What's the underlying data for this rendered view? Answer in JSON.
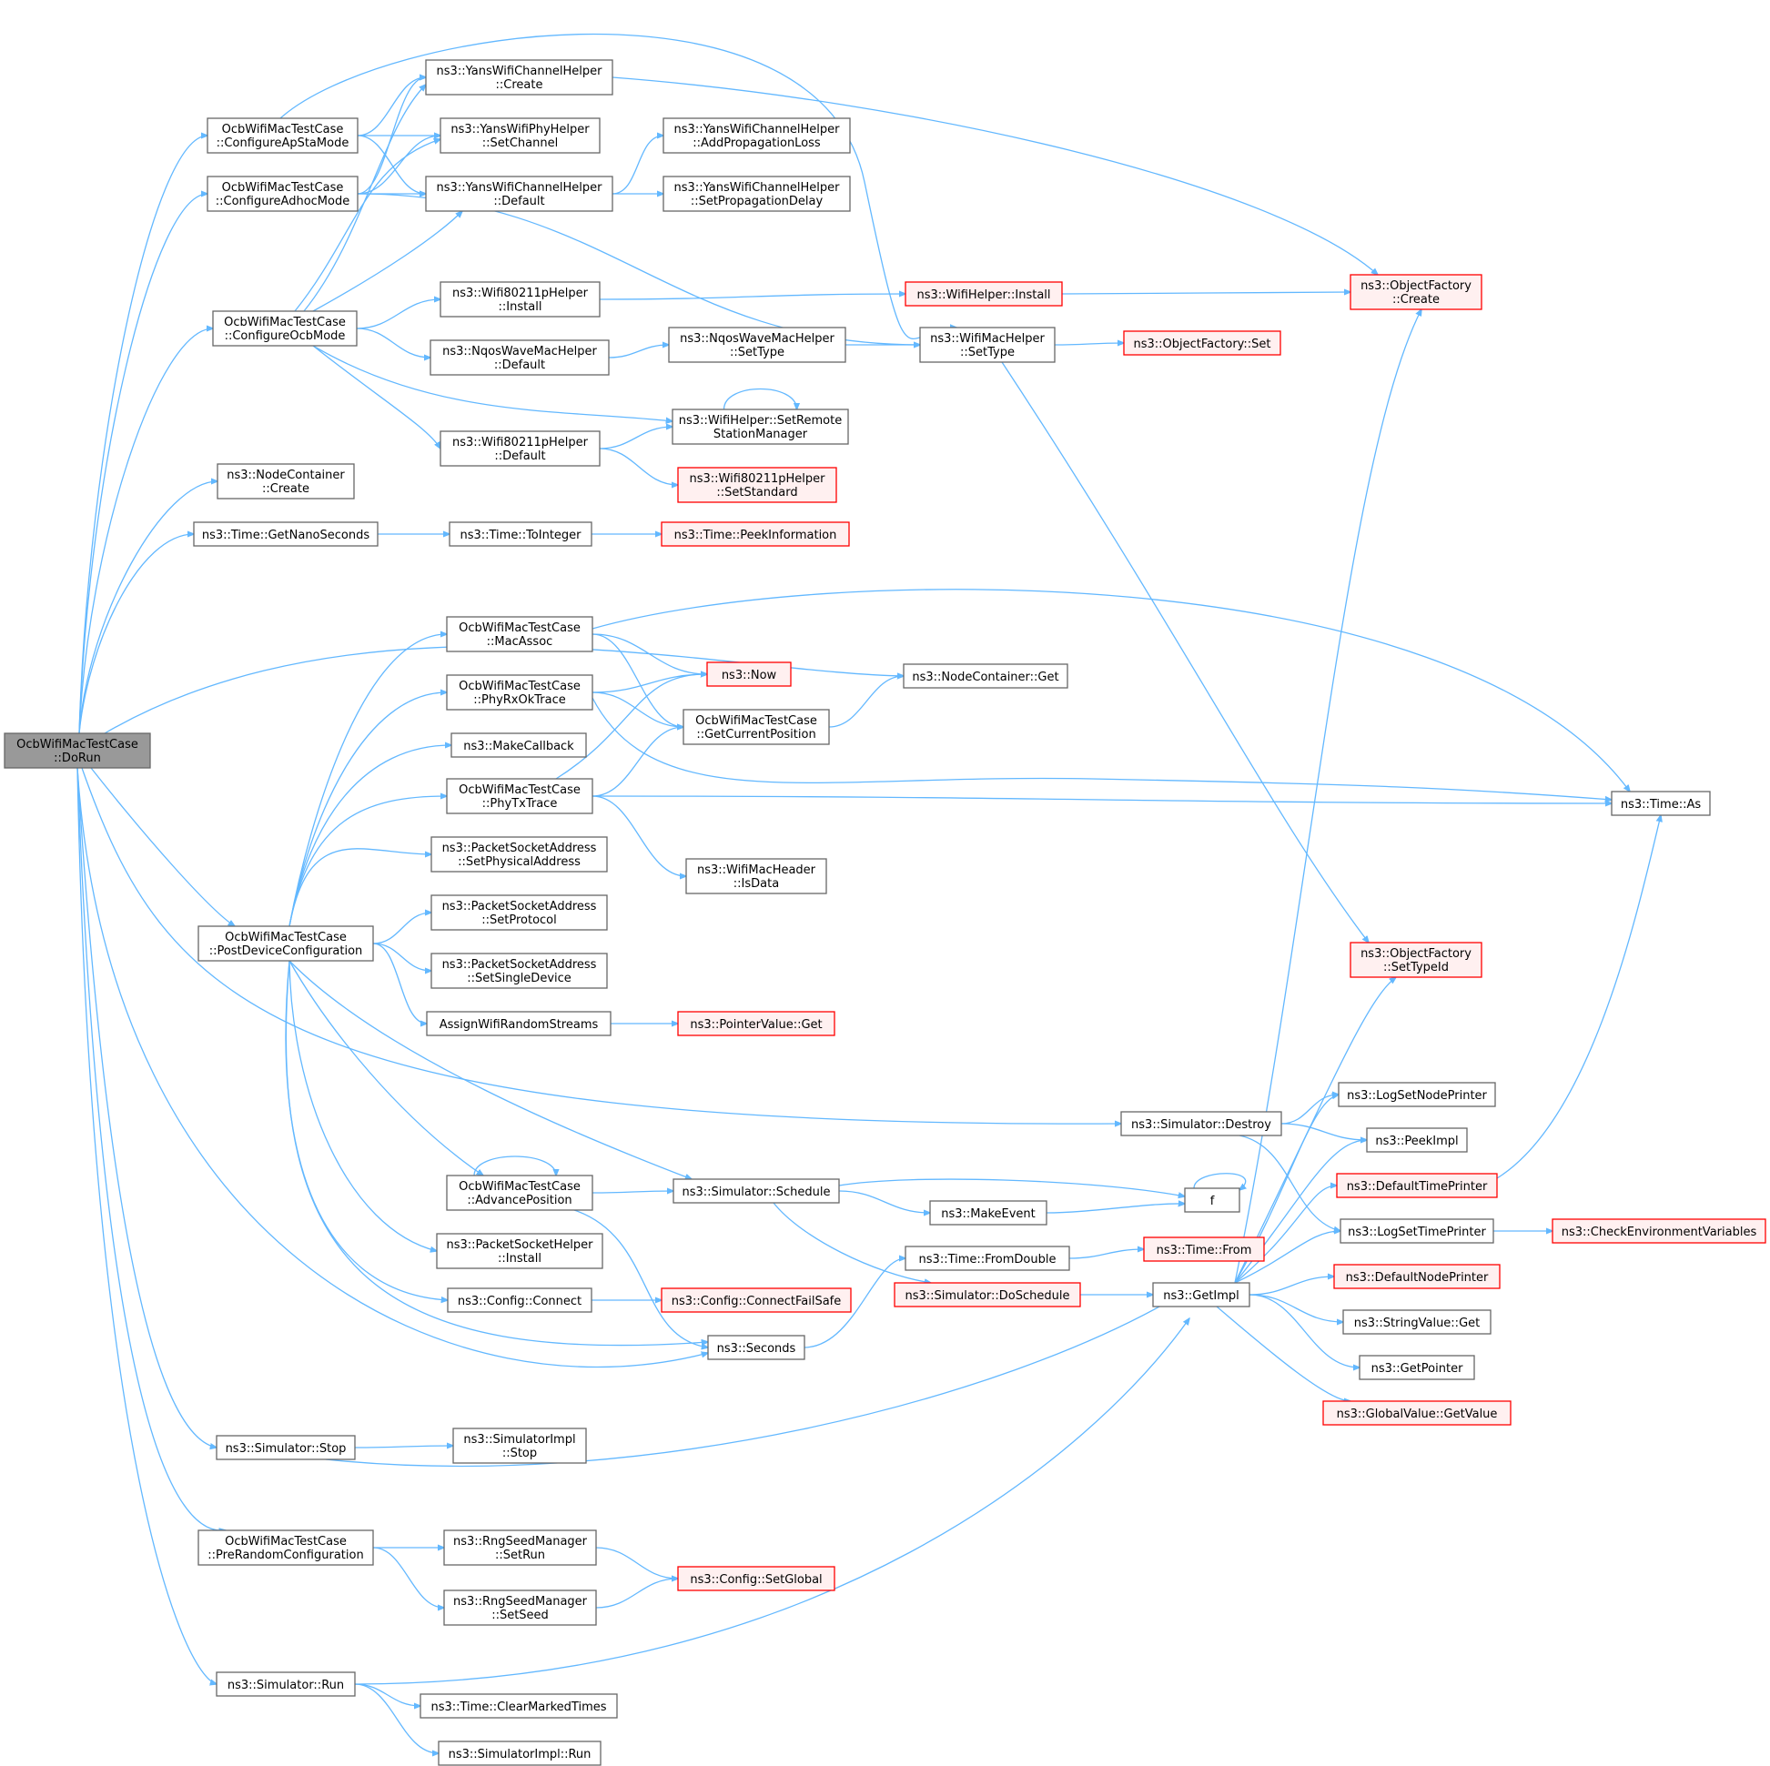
{
  "colors": {
    "edge": "#63b8ff",
    "box_border": "#666666",
    "red_border": "#ff0000",
    "root_fill": "#999999"
  },
  "nodes": {
    "doRun": [
      "OcbWifiMacTestCase",
      "::DoRun"
    ],
    "cfgApSta": [
      "OcbWifiMacTestCase",
      "::ConfigureApStaMode"
    ],
    "cfgAdhoc": [
      "OcbWifiMacTestCase",
      "::ConfigureAdhocMode"
    ],
    "cfgOcb": [
      "OcbWifiMacTestCase",
      "::ConfigureOcbMode"
    ],
    "ncCreate": [
      "ns3::NodeContainer",
      "::Create"
    ],
    "getNano": [
      "ns3::Time::GetNanoSeconds"
    ],
    "postDev": [
      "OcbWifiMacTestCase",
      "::PostDeviceConfiguration"
    ],
    "simStop": [
      "ns3::Simulator::Stop"
    ],
    "preRand": [
      "OcbWifiMacTestCase",
      "::PreRandomConfiguration"
    ],
    "simRun": [
      "ns3::Simulator::Run"
    ],
    "ywchCreate": [
      "ns3::YansWifiChannelHelper",
      "::Create"
    ],
    "ywphSetCh": [
      "ns3::YansWifiPhyHelper",
      "::SetChannel"
    ],
    "ywchDefault": [
      "ns3::YansWifiChannelHelper",
      "::Default"
    ],
    "w80211Install": [
      "ns3::Wifi80211pHelper",
      "::Install"
    ],
    "nqosDefault": [
      "ns3::NqosWaveMacHelper",
      "::Default"
    ],
    "w80211Default": [
      "ns3::Wifi80211pHelper",
      "::Default"
    ],
    "toInteger": [
      "ns3::Time::ToInteger"
    ],
    "macAssoc": [
      "OcbWifiMacTestCase",
      "::MacAssoc"
    ],
    "phyRxOk": [
      "OcbWifiMacTestCase",
      "::PhyRxOkTrace"
    ],
    "makeCallback": [
      "ns3::MakeCallback"
    ],
    "phyTx": [
      "OcbWifiMacTestCase",
      "::PhyTxTrace"
    ],
    "psaPhys": [
      "ns3::PacketSocketAddress",
      "::SetPhysicalAddress"
    ],
    "psaProto": [
      "ns3::PacketSocketAddress",
      "::SetProtocol"
    ],
    "psaSingle": [
      "ns3::PacketSocketAddress",
      "::SetSingleDevice"
    ],
    "assignRand": [
      "AssignWifiRandomStreams"
    ],
    "advPos": [
      "OcbWifiMacTestCase",
      "::AdvancePosition"
    ],
    "pshInstall": [
      "ns3::PacketSocketHelper",
      "::Install"
    ],
    "cfgConnect": [
      "ns3::Config::Connect"
    ],
    "simImplStop": [
      "ns3::SimulatorImpl",
      "::Stop"
    ],
    "rngSetRun": [
      "ns3::RngSeedManager",
      "::SetRun"
    ],
    "rngSetSeed": [
      "ns3::RngSeedManager",
      "::SetSeed"
    ],
    "clearMarked": [
      "ns3::Time::ClearMarkedTimes"
    ],
    "simImplRun": [
      "ns3::SimulatorImpl::Run"
    ],
    "addProp": [
      "ns3::YansWifiChannelHelper",
      "::AddPropagationLoss"
    ],
    "setPropDelay": [
      "ns3::YansWifiChannelHelper",
      "::SetPropagationDelay"
    ],
    "nqosSetType": [
      "ns3::NqosWaveMacHelper",
      "::SetType"
    ],
    "setRemote": [
      "ns3::WifiHelper::SetRemote",
      "StationManager"
    ],
    "setStandard": [
      "ns3::Wifi80211pHelper",
      "::SetStandard"
    ],
    "peekInfo": [
      "ns3::Time::PeekInformation"
    ],
    "now": [
      "ns3::Now"
    ],
    "getCurPos": [
      "OcbWifiMacTestCase",
      "::GetCurrentPosition"
    ],
    "isData": [
      "ns3::WifiMacHeader",
      "::IsData"
    ],
    "pvGet": [
      "ns3::PointerValue::Get"
    ],
    "simSchedule": [
      "ns3::Simulator::Schedule"
    ],
    "cfgConnectFS": [
      "ns3::Config::ConnectFailSafe"
    ],
    "seconds": [
      "ns3::Seconds"
    ],
    "cfgSetGlobal": [
      "ns3::Config::SetGlobal"
    ],
    "whInstall": [
      "ns3::WifiHelper::Install"
    ],
    "wmhSetType": [
      "ns3::WifiMacHelper",
      "::SetType"
    ],
    "ncGet": [
      "ns3::NodeContainer::Get"
    ],
    "simDestroy": [
      "ns3::Simulator::Destroy"
    ],
    "makeEvent": [
      "ns3::MakeEvent"
    ],
    "fromDouble": [
      "ns3::Time::FromDouble"
    ],
    "doSchedule": [
      "ns3::Simulator::DoSchedule"
    ],
    "ofSet": [
      "ns3::ObjectFactory::Set"
    ],
    "f": [
      "f"
    ],
    "timeFrom": [
      "ns3::Time::From"
    ],
    "getImpl": [
      "ns3::GetImpl"
    ],
    "ofCreate": [
      "ns3::ObjectFactory",
      "::Create"
    ],
    "timeAs": [
      "ns3::Time::As"
    ],
    "ofSetTypeId": [
      "ns3::ObjectFactory",
      "::SetTypeId"
    ],
    "logNode": [
      "ns3::LogSetNodePrinter"
    ],
    "peekImpl": [
      "ns3::PeekImpl"
    ],
    "defTime": [
      "ns3::DefaultTimePrinter"
    ],
    "logTime": [
      "ns3::LogSetTimePrinter"
    ],
    "defNode": [
      "ns3::DefaultNodePrinter"
    ],
    "svGet": [
      "ns3::StringValue::Get"
    ],
    "getPointer": [
      "ns3::GetPointer"
    ],
    "gvGetValue": [
      "ns3::GlobalValue::GetValue"
    ],
    "checkEnv": [
      "ns3::CheckEnvironmentVariables"
    ]
  }
}
